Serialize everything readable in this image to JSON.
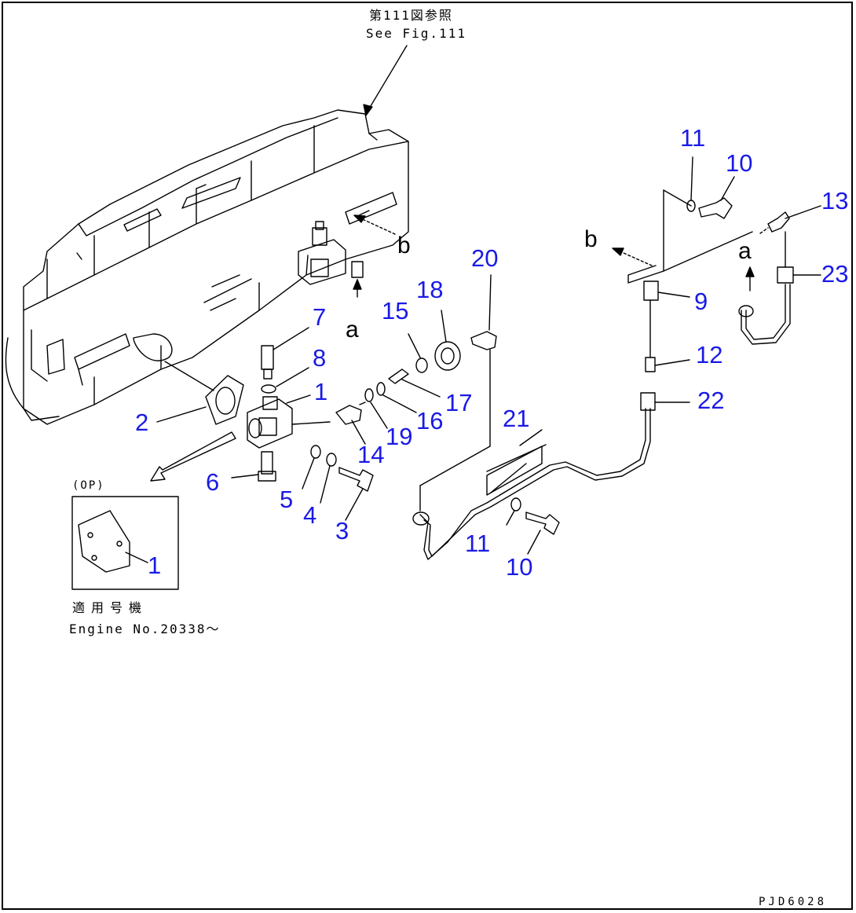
{
  "header": {
    "ref_jp": "第111図参照",
    "ref_en": "See Fig.111"
  },
  "inset": {
    "tag": "(OP)",
    "part_label": "1",
    "applicability_jp": "適用号機",
    "applicability_en": "Engine No.20338〜"
  },
  "arrow_labels": {
    "b_main": "b",
    "a_main": "a",
    "b_right": "b",
    "a_right": "a"
  },
  "callouts": {
    "c1": "1",
    "c2": "2",
    "c3": "3",
    "c4": "4",
    "c5": "5",
    "c6": "6",
    "c7": "7",
    "c8": "8",
    "c9": "9",
    "c10a": "10",
    "c10b": "10",
    "c11a": "11",
    "c11b": "11",
    "c12": "12",
    "c13": "13",
    "c14": "14",
    "c15": "15",
    "c16": "16",
    "c17": "17",
    "c18": "18",
    "c19": "19",
    "c20": "20",
    "c21": "21",
    "c22": "22",
    "c23": "23"
  },
  "footer": {
    "drawing_code": "PJD6028"
  },
  "colors": {
    "callout": "#1a1ae6",
    "line": "#000000"
  }
}
